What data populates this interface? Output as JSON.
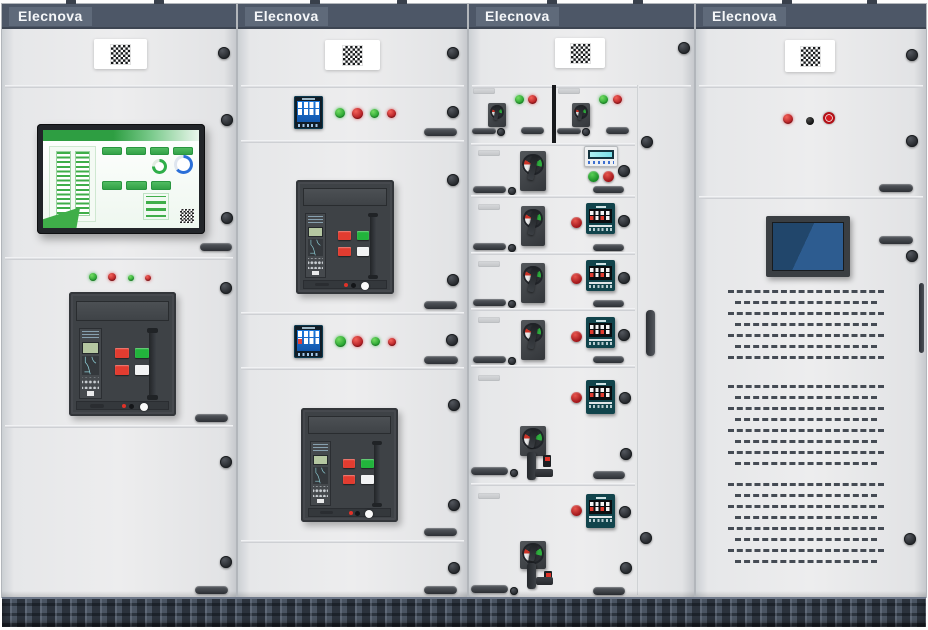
{
  "brand": "Elecnova",
  "cabinets": [
    {
      "name": "incoming-hmi-cabinet",
      "brand_label": "Elecnova",
      "qr_label": "qr-code-sticker",
      "indicator_lights": [
        "green",
        "red",
        "green",
        "red"
      ],
      "devices": [
        "hmi-touchscreen",
        "air-circuit-breaker"
      ]
    },
    {
      "name": "feeder-acb-cabinet",
      "brand_label": "Elecnova",
      "qr_label": "qr-code-sticker",
      "upper_indicator_lights": [
        "green",
        "red",
        "green",
        "red"
      ],
      "lower_indicator_lights": [
        "green",
        "red",
        "green",
        "red"
      ],
      "devices": [
        "touch-power-meter",
        "air-circuit-breaker",
        "touch-power-meter",
        "air-circuit-breaker"
      ]
    },
    {
      "name": "mcc-drawer-cabinet",
      "brand_label": "Elecnova",
      "qr_label": "qr-code-sticker",
      "top_drawer_lights": [
        "green",
        "red"
      ],
      "drawer_row_count": 7,
      "devices": [
        "rotary-switch",
        "lcd-power-meter",
        "led-power-meter",
        "start-button",
        "stop-button"
      ]
    },
    {
      "name": "auxiliary-metering-cabinet",
      "brand_label": "Elecnova",
      "qr_label": "qr-code-sticker",
      "indicator_lights": [
        "red",
        "black",
        "red-emergency"
      ],
      "devices": [
        "viewing-window",
        "ventilation-louvers"
      ]
    }
  ],
  "colors": {
    "brand_bar": "#4d5767",
    "brand_badge": "#5f6a7a",
    "panel_body": "#e5e6e8",
    "plinth": "#4a5462",
    "indicator_green": "#2fae3e",
    "indicator_red": "#cf2127",
    "breaker_body": "#3e4246",
    "button_red": "#e23c30",
    "button_green": "#22b43c",
    "hmi_green": "#3fae49",
    "hmi_gauge_blue": "#2b6fd8",
    "meter_screen_blue": "#1b79dd",
    "meter_frame_teal": "#11444c",
    "lcd_cyan": "#9fe8ee"
  }
}
